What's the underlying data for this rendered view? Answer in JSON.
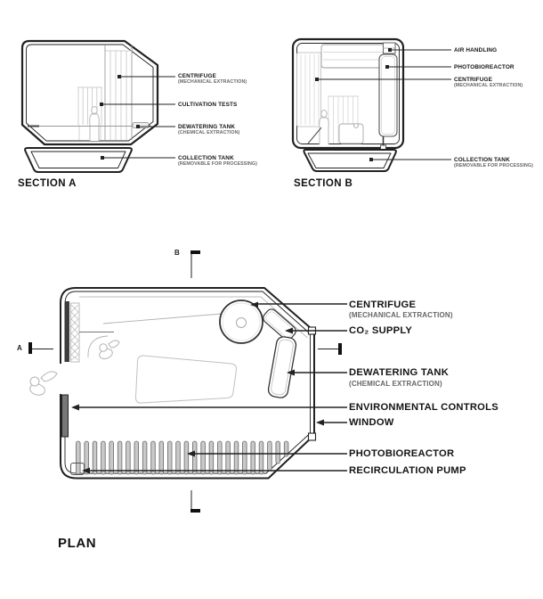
{
  "section_a": {
    "title": "SECTION A",
    "labels": [
      {
        "title": "CENTRIFUGE",
        "sub": "(MECHANICAL EXTRACTION)"
      },
      {
        "title": "CULTIVATION TESTS"
      },
      {
        "title": "DEWATERING TANK",
        "sub": "(CHEMICAL EXTRACTION)"
      },
      {
        "title": "COLLECTION TANK",
        "sub": "(REMOVABLE FOR PROCESSING)"
      }
    ]
  },
  "section_b": {
    "title": "SECTION B",
    "labels": [
      {
        "title": "AIR HANDLING"
      },
      {
        "title": "PHOTOBIOREACTOR"
      },
      {
        "title": "CENTRIFUGE",
        "sub": "(MECHANICAL EXTRACTION)"
      },
      {
        "title": "COLLECTION TANK",
        "sub": "(REMOVABLE FOR PROCESSING)"
      }
    ]
  },
  "plan": {
    "title": "PLAN",
    "marker_a": "A",
    "marker_b": "B",
    "labels": [
      {
        "title": "CENTRIFUGE",
        "sub": "(MECHANICAL EXTRACTION)"
      },
      {
        "title": "CO₂ SUPPLY"
      },
      {
        "title": "DEWATERING TANK",
        "sub": "(CHEMICAL EXTRACTION)"
      },
      {
        "title": "ENVIRONMENTAL CONTROLS"
      },
      {
        "title": "WINDOW"
      },
      {
        "title": "PHOTOBIOREACTOR"
      },
      {
        "title": "RECIRCULATION PUMP"
      }
    ]
  }
}
